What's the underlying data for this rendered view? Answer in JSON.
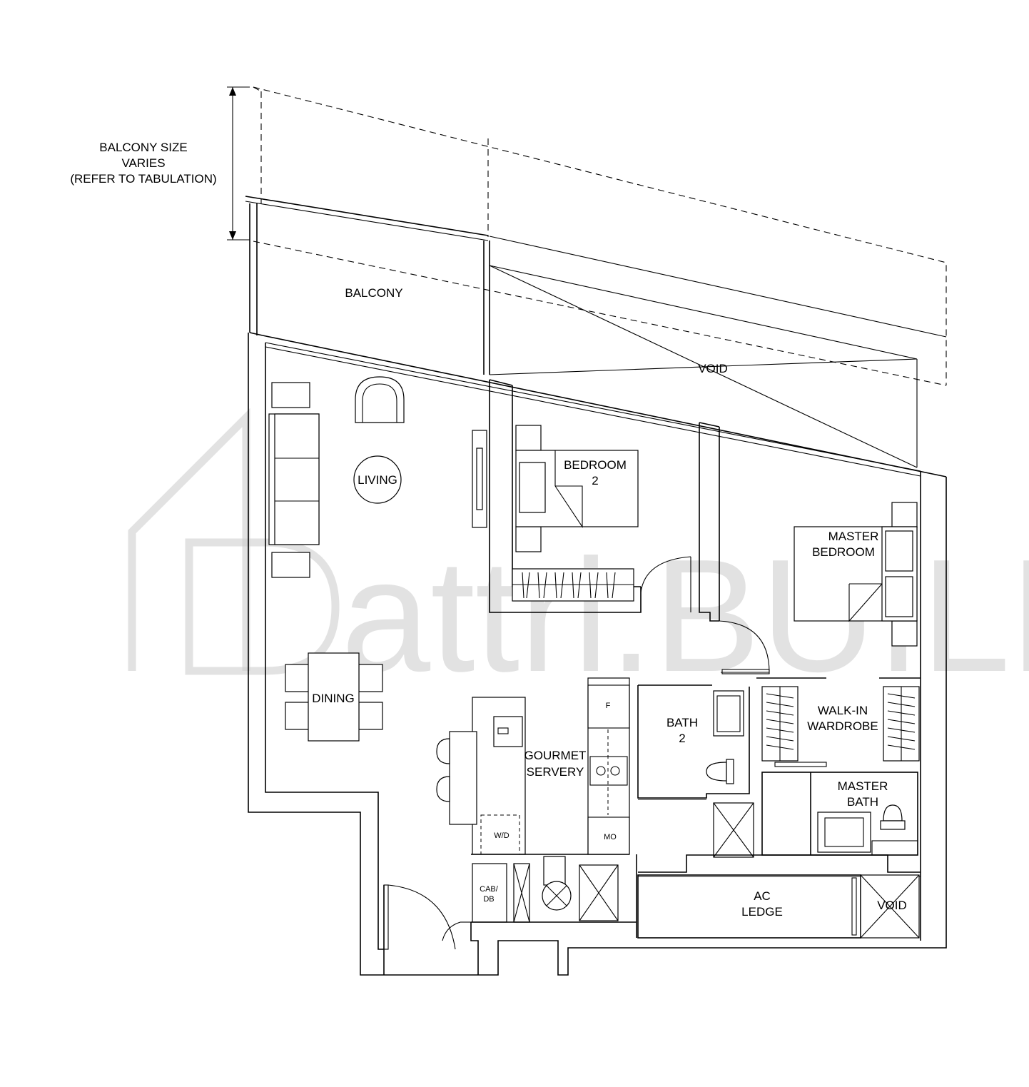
{
  "annotations": {
    "balcony_note": [
      "BALCONY SIZE",
      "VARIES",
      "(REFER TO TABULATION)"
    ]
  },
  "rooms": {
    "balcony": [
      "BALCONY"
    ],
    "void_top": [
      "VOID"
    ],
    "living": [
      "LIVING"
    ],
    "bedroom2": [
      "BEDROOM",
      "2"
    ],
    "master_bedroom": [
      "MASTER",
      "BEDROOM"
    ],
    "dining": [
      "DINING"
    ],
    "gourmet_servery": [
      "GOURMET",
      "SERVERY"
    ],
    "bath2": [
      "BATH",
      "2"
    ],
    "walk_in_wardrobe": [
      "WALK-IN",
      "WARDROBE"
    ],
    "master_bath": [
      "MASTER",
      "BATH"
    ],
    "ac_ledge": [
      "AC",
      "LEDGE"
    ],
    "void_bottom": [
      "VOID"
    ]
  },
  "fixtures": {
    "fridge": "F",
    "microwave": "MO",
    "washer_dryer": "W/D",
    "cabinet_db": [
      "CAB/",
      "DB"
    ]
  },
  "watermark": "attri.BUILD"
}
